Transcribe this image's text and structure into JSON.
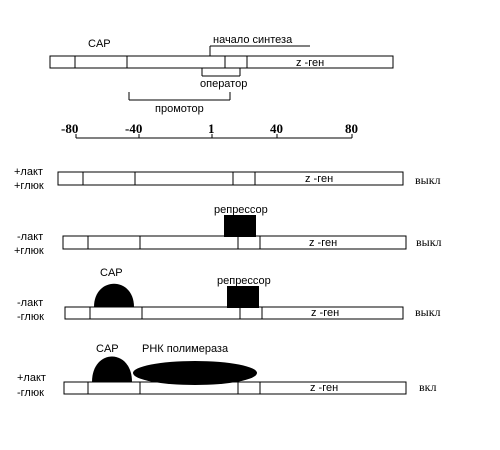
{
  "top": {
    "cap": "CAP",
    "synthesis_start": "начало синтеза",
    "gene": "z -ген",
    "operator": "оператор",
    "promoter": "промотор"
  },
  "scale": {
    "ticks": [
      "-80",
      "-40",
      "1",
      "40",
      "80"
    ]
  },
  "rows": [
    {
      "conditions": [
        "+лакт",
        "+глюк"
      ],
      "gene": "z -ген",
      "state": "выкл"
    },
    {
      "conditions": [
        "-лакт",
        "+глюк"
      ],
      "gene": "z -ген",
      "state": "выкл",
      "repressor": "репрессор"
    },
    {
      "conditions": [
        "-лакт",
        "-глюк"
      ],
      "gene": "z -ген",
      "state": "выкл",
      "cap": "CAP",
      "repressor": "репрессор"
    },
    {
      "conditions": [
        "+лакт",
        "-глюк"
      ],
      "gene": "z -ген",
      "state": "вкл",
      "cap": "CAP",
      "polymerase": "РНК полимераза"
    }
  ]
}
